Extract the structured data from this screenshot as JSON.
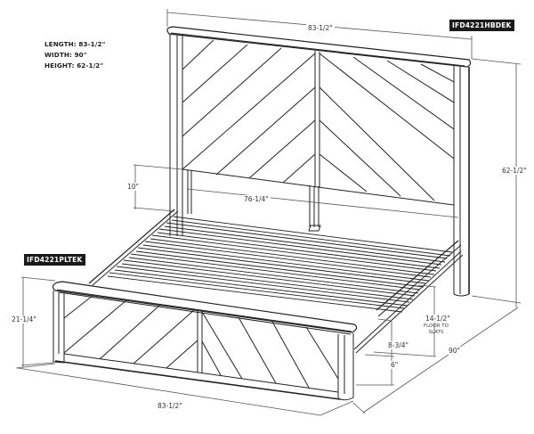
{
  "specs": {
    "length": "LENGTH: 83-1/2\"",
    "width": "WIDTH: 90\"",
    "height": "HEIGHT: 62-1/2\""
  },
  "models": {
    "headboard": "IFD4221HBDEK",
    "footboard": "IFD4221PLTEK"
  },
  "dimensions": {
    "headboard_width": "83-1/2\"",
    "headboard_height": "62-1/2\"",
    "rail_gap_height": "10\"",
    "inner_width": "76-1/4\"",
    "footboard_height": "21-1/4\"",
    "floor_to_slats": "14-1/2\"",
    "floor_to_slats_note_1": "FLOOR TO",
    "floor_to_slats_note_2": "SLATS",
    "rail_height": "8-3/4\"",
    "clearance": "6\"",
    "bed_length": "90\"",
    "footboard_width": "83-1/2\""
  },
  "colors": {
    "line": "#222222",
    "dim_line": "#555555",
    "tag_bg": "#1a1a1a",
    "tag_text": "#ffffff",
    "background": "#ffffff"
  }
}
